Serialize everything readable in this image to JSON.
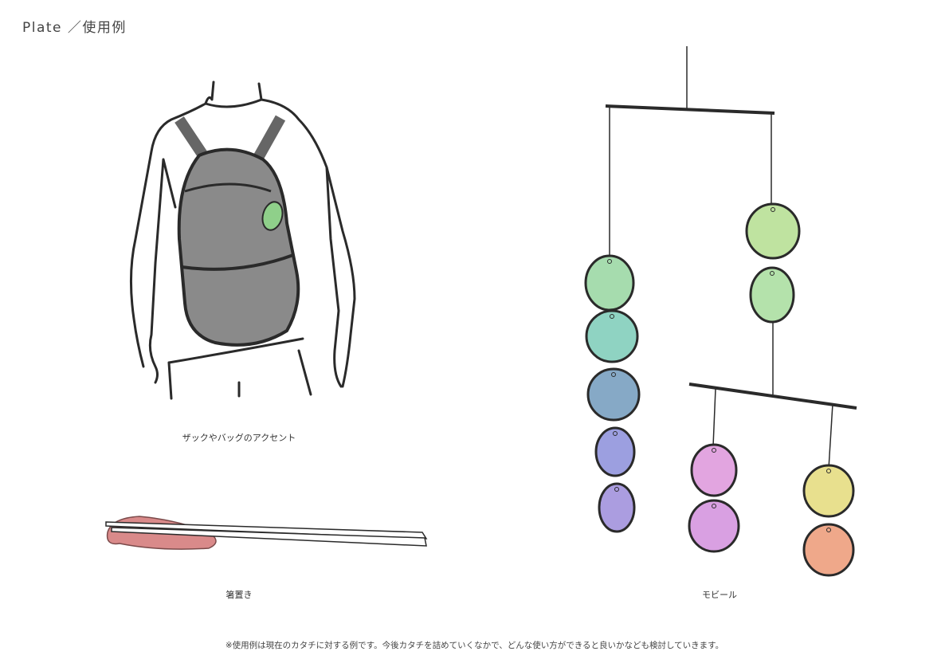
{
  "page_title": "Plate ／使用例",
  "examples": [
    {
      "caption": "ザックやバッグのアクセント"
    },
    {
      "caption": "箸置き"
    },
    {
      "caption": "モビール"
    }
  ],
  "footnote": "※使用例は現在のカタチに対する例です。今後カタチを詰めていくなかで、どんな使い方ができると良いかなども検討していきます。",
  "colors": {
    "outline": "#2a2a2a",
    "backpack": "#8a8a8a",
    "accent_green": "#8fd08a",
    "chopstick_rest": "#d98a8a",
    "mobile_left": [
      "#a6dcae",
      "#8fd3c2",
      "#86a9c6",
      "#9c9fe0",
      "#ab9de0"
    ],
    "mobile_right_top": [
      "#bfe3a0",
      "#b4e2ab"
    ],
    "mobile_bottom_left": [
      "#e2a5e0",
      "#d9a0e2"
    ],
    "mobile_bottom_right": [
      "#e8e08e",
      "#efa88a"
    ]
  }
}
